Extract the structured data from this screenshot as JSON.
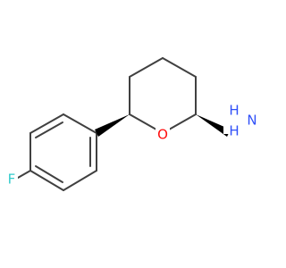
{
  "molecule": {
    "atoms": {
      "fluorine": {
        "label": "F",
        "color": "#33cccc"
      },
      "oxygen": {
        "label": "O",
        "color": "#ff0d0d"
      },
      "amine_n": {
        "label": "N",
        "color": "#3050f8"
      },
      "amine_h": {
        "label": "H",
        "color": "#3050f8"
      },
      "amine_h2": {
        "label": "H",
        "color": "#3050f8"
      }
    },
    "bond_color": "#404040",
    "stereo_color": "#000000"
  }
}
